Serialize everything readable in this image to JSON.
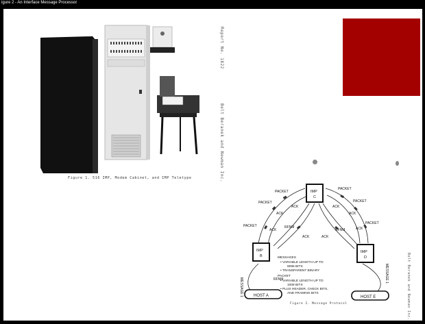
{
  "window": {
    "title": "igure 2 - An Interface Message Processor"
  },
  "document": {
    "header_right_1": "Report No. 1822",
    "header_right_2": "Bolt Beranek and Newman Inc.",
    "figure1_caption": "Figure 1.  516 IMP, Modem Cabinet, and IMP Teletype",
    "figure2_caption": "Figure 2.  Message Protocol",
    "diagram_side_label": "Bolt Beranek and Newman Inc.",
    "accent_color": "#a30000"
  },
  "diagram": {
    "imp_c": "IMP\nC",
    "imp_b": "IMP\nB",
    "imp_d": "IMP\nD",
    "host_a": "HOST A",
    "host_e": "HOST E",
    "packet": "PACKET",
    "ack": "ACK",
    "rfnm": "RFNM",
    "message": "MESSAGE",
    "messages_heading": "MESSAGES",
    "messages_item1": "VARIABLE LENGTH UP TO",
    "messages_item1b": "8095 BITS",
    "messages_item2": "TRANSPARENT BINARY",
    "packet_heading": "PACKET",
    "packet_item1": "VARIABLE LENGTH UP TO",
    "packet_item1b": "1008 BITS",
    "packet_item2": "PLUS HEADER, CHECK BITS,",
    "packet_item2b": "AND FRAMING BITS"
  }
}
